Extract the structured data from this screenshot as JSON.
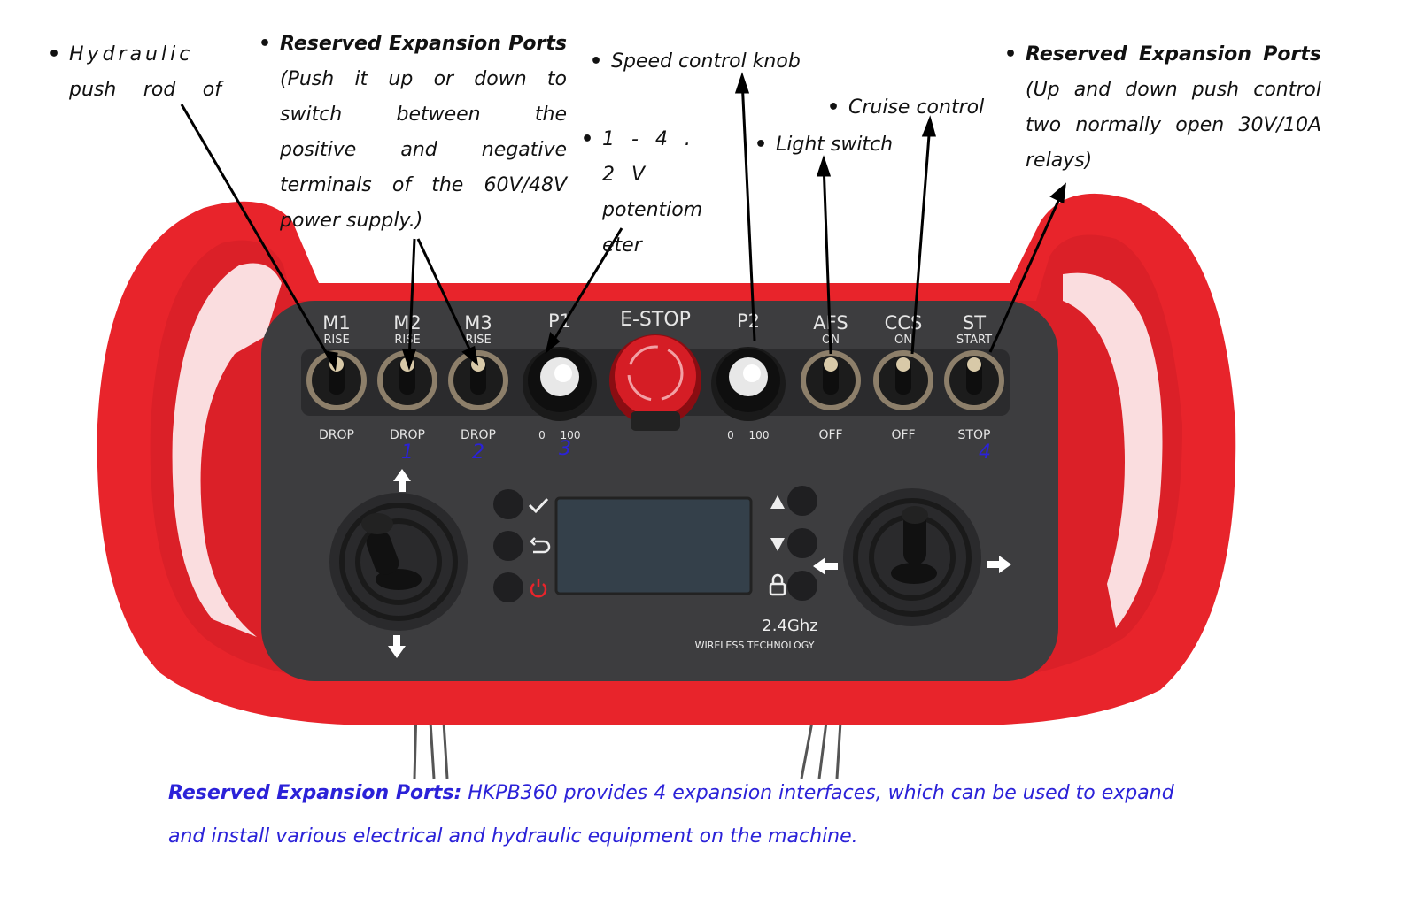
{
  "annotations": {
    "hydraulic": {
      "line1": "Hydraulic",
      "line2": "push rod of"
    },
    "reserved_left": {
      "title": "Reserved Expansion Ports",
      "lines": [
        "(Push it up or down to",
        "switch between the",
        "positive and negative",
        "terminals of the 60V/48V",
        "power supply.)"
      ]
    },
    "speed_knob": "Speed control knob",
    "potentiometer": {
      "line1": "1 - 4 . 2 V",
      "line2": "potentiom",
      "line3": "eter"
    },
    "cruise": "Cruise control",
    "light": "Light switch",
    "reserved_right": {
      "title": "Reserved Expansion Ports",
      "lines": [
        "(Up and down push control",
        "two normally open 30V/10A",
        "relays)"
      ]
    }
  },
  "panel": {
    "switches": [
      {
        "label": "M1",
        "top": "RISE",
        "bottom": "DROP",
        "num": ""
      },
      {
        "label": "M2",
        "top": "RISE",
        "bottom": "DROP",
        "num": "1"
      },
      {
        "label": "M3",
        "top": "RISE",
        "bottom": "DROP",
        "num": "2"
      },
      {
        "label": "AFS",
        "top": "ON",
        "bottom": "OFF",
        "num": ""
      },
      {
        "label": "CCS",
        "top": "ON",
        "bottom": "OFF",
        "num": ""
      },
      {
        "label": "ST",
        "top": "START",
        "bottom": "STOP",
        "num": "4"
      }
    ],
    "knobs": [
      {
        "label": "P1",
        "min": "0",
        "max": "100",
        "num": "3"
      },
      {
        "label": "P2",
        "min": "0",
        "max": "100",
        "num": ""
      }
    ],
    "estop": "E-STOP",
    "wireless_freq": "2.4Ghz",
    "wireless_text": "WIRELESS TECHNOLOGY",
    "icons": [
      "check-icon",
      "back-icon",
      "power-icon",
      "up-triangle-icon",
      "down-triangle-icon",
      "lock-icon"
    ],
    "colors": {
      "housing": "#e8242b",
      "panel": "#3d3d3f",
      "numbers": "#2b22d8"
    }
  },
  "footer": {
    "bold": "Reserved Expansion Ports:",
    "rest": " HKPB360 provides 4 expansion interfaces, which can be used to expand",
    "line2": "and install various electrical and hydraulic equipment on the machine."
  }
}
